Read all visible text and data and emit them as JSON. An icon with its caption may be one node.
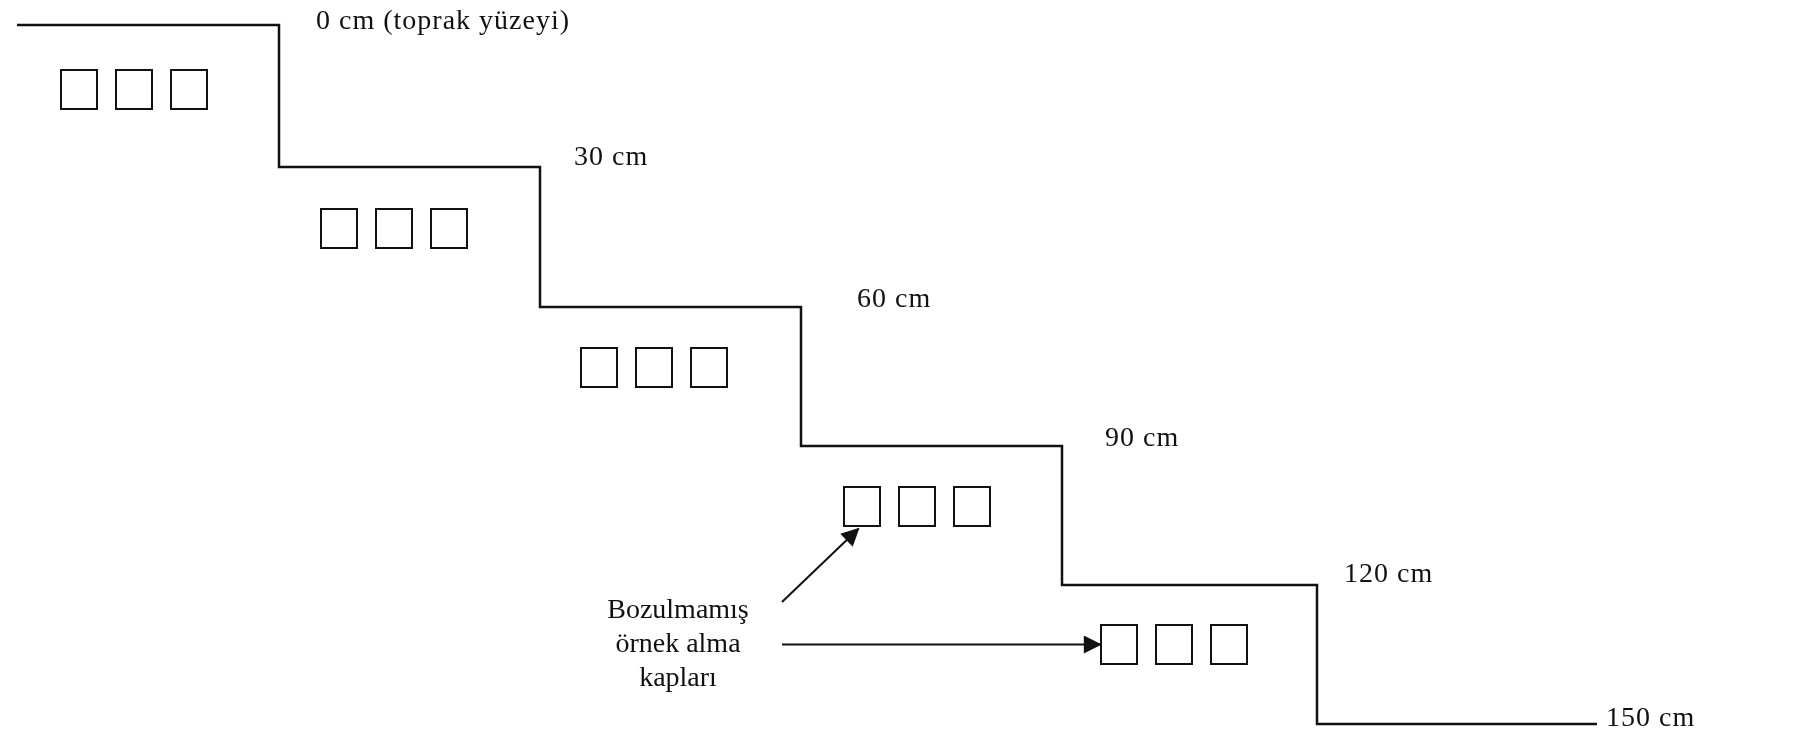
{
  "diagram": {
    "nodes": [
      {
        "text": [],
        "shape": "box"
      },
      {
        "text": [],
        "shape": "box"
      },
      {
        "text": [],
        "shape": "box"
      },
      {
        "text": [],
        "shape": "box"
      },
      {
        "text": [],
        "shape": "box"
      },
      {
        "text": [],
        "shape": "box"
      },
      {
        "text": [],
        "shape": "box"
      },
      {
        "text": [],
        "shape": "box"
      },
      {
        "text": [],
        "shape": "box"
      },
      {
        "text": [],
        "shape": "box"
      },
      {
        "text": [],
        "shape": "box"
      },
      {
        "text": [],
        "shape": "box"
      },
      {
        "text": [],
        "shape": "box"
      },
      {
        "text": [],
        "shape": "box"
      },
      {
        "text": [],
        "shape": "box"
      },
      {
        "text": [
          "Bozulmamış örnek alma kapları"
        ]
      }
    ],
    "edges": [
      {
        "from": 15,
        "to": 9,
        "arrow": "to"
      },
      {
        "from": 15,
        "to": 12,
        "arrow": "to"
      }
    ],
    "labels": [
      "0 cm (toprak yüzeyi)",
      "30 cm",
      "60 cm",
      "90 cm",
      "120 cm",
      "150 cm"
    ]
  }
}
